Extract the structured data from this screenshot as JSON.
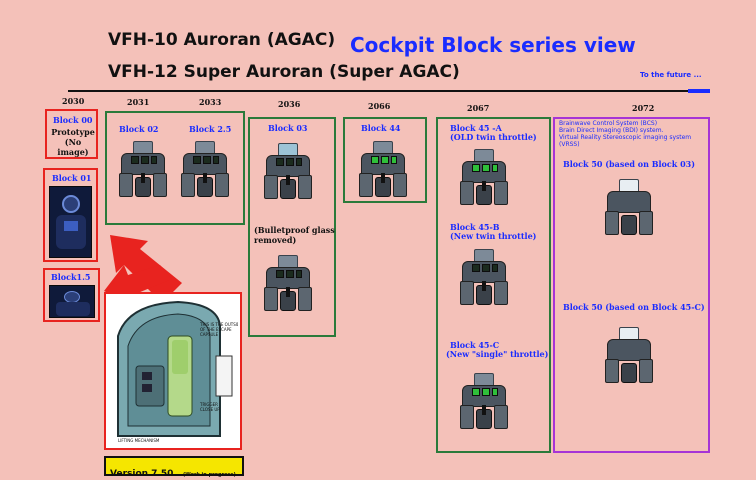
{
  "header": {
    "title_line1": "VFH-10 Auroran (AGAC)",
    "title_line2": "VFH-12 Super Auroran (Super AGAC)",
    "main_title": "Cockpit Block series view",
    "future_label": "To the future ..."
  },
  "timeline": {
    "years": [
      "2030",
      "2031",
      "2033",
      "2036",
      "2066",
      "2067",
      "2072"
    ]
  },
  "blocks": {
    "block00": {
      "label": "Block 00",
      "note": "Prototype\n(No image)"
    },
    "block01": {
      "label": "Block 01"
    },
    "block15": {
      "label": "Block1.5"
    },
    "block02": {
      "label": "Block 02"
    },
    "block25": {
      "label": "Block 2.5"
    },
    "block03": {
      "label": "Block 03",
      "note": "(Bulletproof glass\nremoved)"
    },
    "block44": {
      "label": "Block 44"
    },
    "block45a": {
      "label": "Block 45 -A",
      "sub": "(OLD twin  throttle)"
    },
    "block45b": {
      "label": "Block 45-B",
      "sub": "(New twin  throttle)"
    },
    "block45c": {
      "label": "Block 45-C",
      "sub": "(New \"single\"  throttle)"
    },
    "future_notes": "Brainwave Control System (BCS)\nBrain Direct Imaging (BDI) system.\nVirtual Reality Stereoscopic imaging system\n(VRSS)",
    "block50a": {
      "label": "Block 50 (based on Block 03)"
    },
    "block50c": {
      "label": "Block 50 (based on Block 45-C)"
    }
  },
  "version": {
    "label": "Version 7.50",
    "status": "(Work in progress)"
  },
  "colors": {
    "background": "#f4c1b9",
    "accent_blue": "#1a2cff",
    "red_frame": "#e8231f",
    "green_frame": "#2a7a3a",
    "purple_frame": "#a634d6",
    "version_badge": "#f5e600"
  }
}
